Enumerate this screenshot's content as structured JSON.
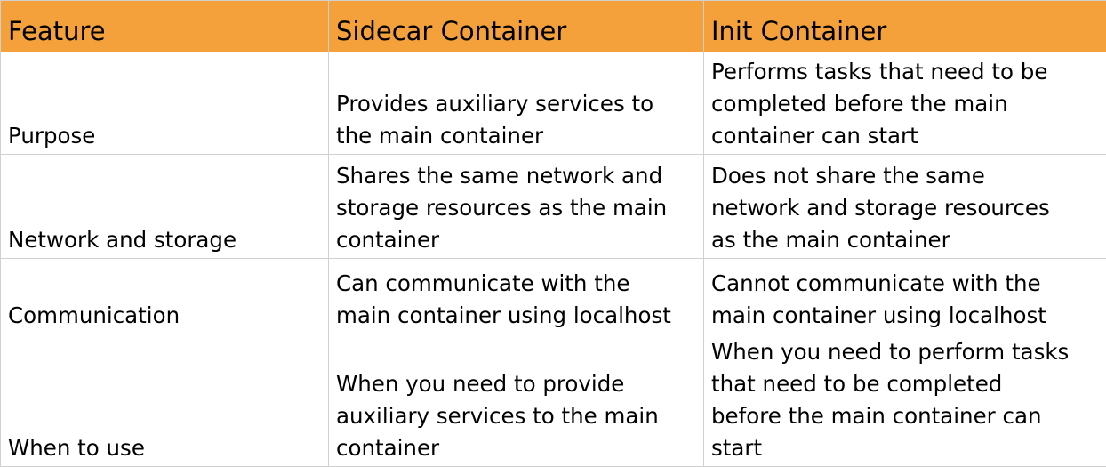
{
  "table": {
    "headers": [
      "Feature",
      "Sidecar Container",
      "Init Container"
    ],
    "rows": [
      {
        "feature": "Purpose",
        "sidecar": [
          "Provides auxiliary services to",
          "the main container"
        ],
        "init": [
          "Performs tasks that need to be",
          "completed before the main",
          "container can start"
        ]
      },
      {
        "feature": "Network and storage",
        "sidecar": [
          "Shares the same network and",
          "storage resources as the main",
          "container"
        ],
        "init": [
          "Does not share the same",
          "network and storage resources",
          "as the main container"
        ]
      },
      {
        "feature": "Communication",
        "sidecar": [
          "Can communicate with the",
          "main container using localhost"
        ],
        "init": [
          "Cannot communicate with the",
          "main container using localhost"
        ]
      },
      {
        "feature": "When to use",
        "sidecar": [
          "When you need to provide",
          "auxiliary services to the main",
          "container"
        ],
        "init": [
          "When you need to perform tasks",
          "that need to be completed",
          "before the main container can",
          "start"
        ]
      }
    ]
  },
  "colors": {
    "header_bg": "#f4a13c",
    "grid": "#d0d0d0"
  }
}
